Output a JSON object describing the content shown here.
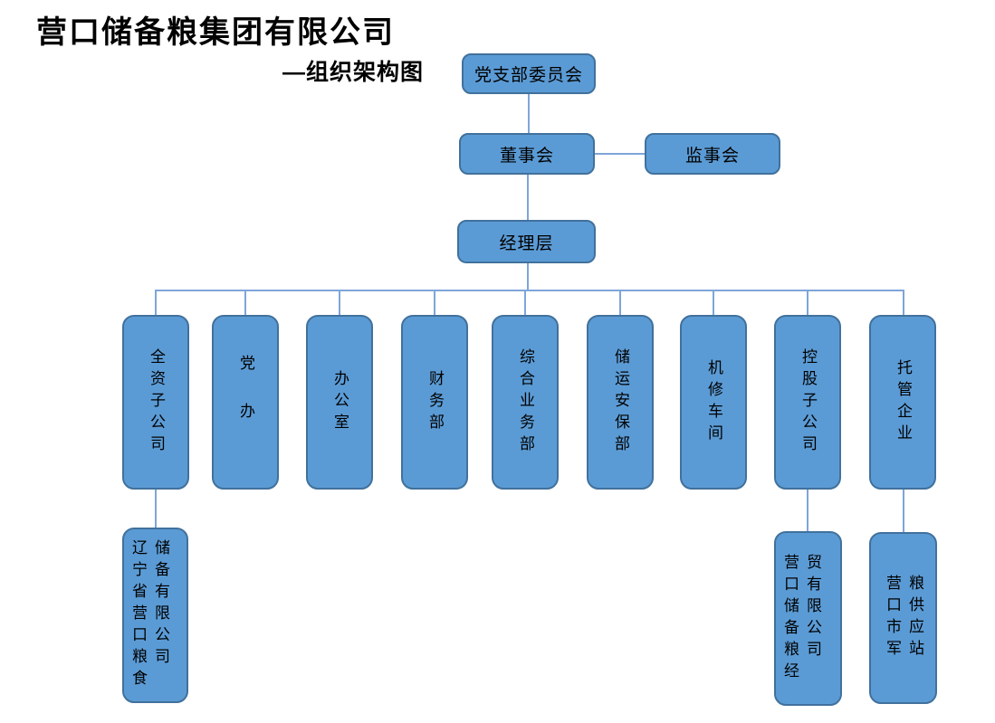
{
  "title": "营口储备粮集团有限公司",
  "subtitle": "—组织架构图",
  "colors": {
    "box_fill": "#5B9BD5",
    "box_border": "#41719C",
    "connector_line": "#7EA6D9",
    "text": "#000000",
    "background": "#FFFFFF"
  },
  "nodes": {
    "party_committee": {
      "label": "党支部委员会"
    },
    "board": {
      "label": "董事会"
    },
    "supervisory": {
      "label": "监事会"
    },
    "management": {
      "label": "经理层"
    },
    "departments": [
      {
        "label": "全资子公司"
      },
      {
        "label": "党办"
      },
      {
        "label": "办公室"
      },
      {
        "label": "财务部"
      },
      {
        "label": "综合业务部"
      },
      {
        "label": "储运安保部"
      },
      {
        "label": "机修车间"
      },
      {
        "label": "控股子公司"
      },
      {
        "label": "托管企业"
      }
    ],
    "subsidiaries": [
      {
        "label": "辽宁省营口粮食储备有限公司",
        "parent": "全资子公司",
        "lines": [
          "辽宁省营口粮食",
          "储备有限公司"
        ]
      },
      {
        "label": "营口储备粮经贸有限公司",
        "parent": "控股子公司",
        "lines": [
          "营口储备粮经",
          "贸有限公司"
        ]
      },
      {
        "label": "营口市军粮供应站",
        "parent": "托管企业",
        "lines": [
          "营口市军",
          "粮供应站"
        ]
      }
    ]
  }
}
